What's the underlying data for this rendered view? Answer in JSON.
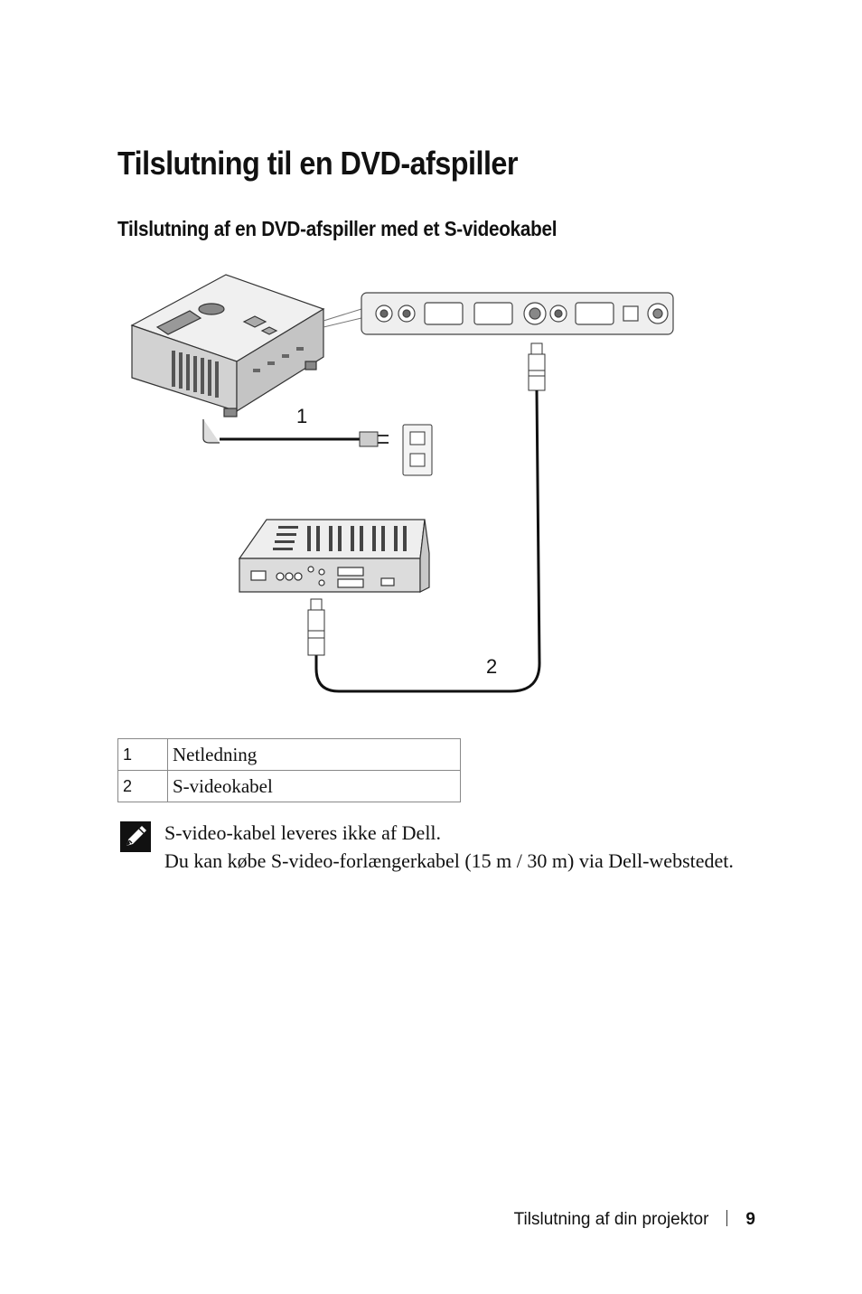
{
  "title": "Tilslutning til en DVD-afspiller",
  "section_title": "Tilslutning af en DVD-afspiller med et S-videokabel",
  "figure": {
    "callout_1": "1",
    "callout_2": "2"
  },
  "legend": [
    {
      "num": "1",
      "label": "Netledning"
    },
    {
      "num": "2",
      "label": "S-videokabel"
    }
  ],
  "note": {
    "icon": "note-pencil-icon",
    "line1": "S-video-kabel leveres ikke af Dell.",
    "line2": "Du kan købe S-video-forlængerkabel (15 m / 30 m) via Dell-webstedet."
  },
  "footer": {
    "section": "Tilslutning af din projektor",
    "page": "9"
  }
}
